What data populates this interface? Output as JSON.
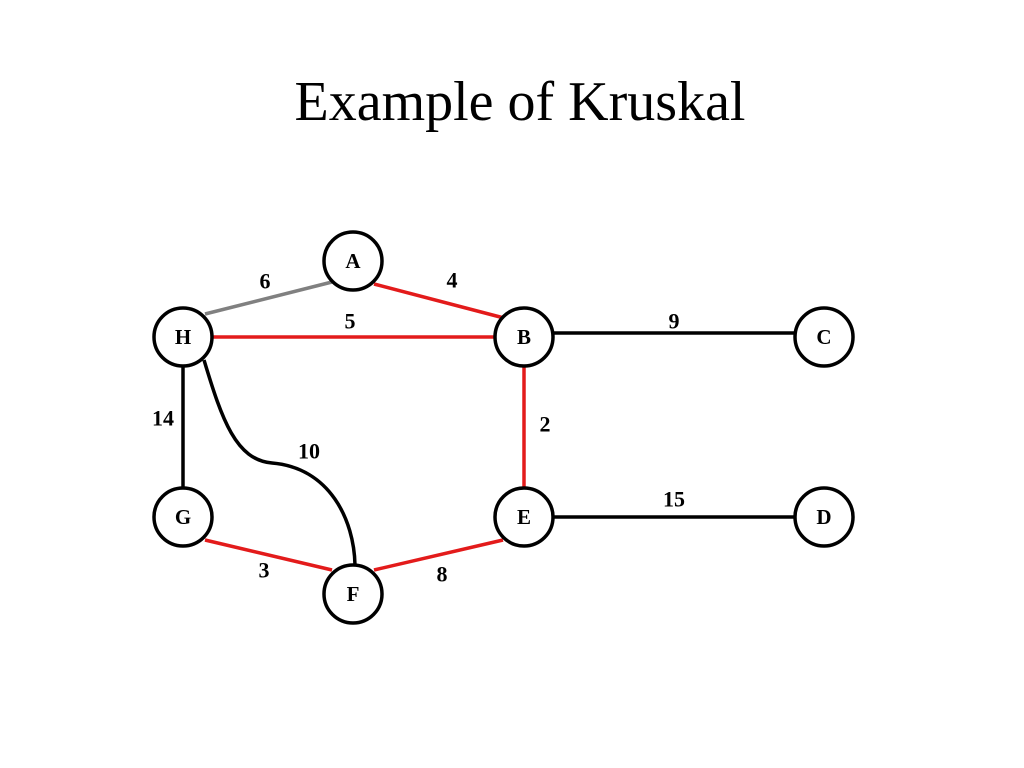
{
  "slide": {
    "title": "Example of Kruskal"
  },
  "colors": {
    "selected": "#e31b1b",
    "considered": "#808080",
    "unselected": "#000000"
  },
  "graph": {
    "nodes": [
      {
        "id": "A",
        "label": "A"
      },
      {
        "id": "B",
        "label": "B"
      },
      {
        "id": "C",
        "label": "C"
      },
      {
        "id": "D",
        "label": "D"
      },
      {
        "id": "E",
        "label": "E"
      },
      {
        "id": "F",
        "label": "F"
      },
      {
        "id": "G",
        "label": "G"
      },
      {
        "id": "H",
        "label": "H"
      }
    ],
    "edges": [
      {
        "from": "H",
        "to": "A",
        "weight": "6",
        "state": "considered"
      },
      {
        "from": "A",
        "to": "B",
        "weight": "4",
        "state": "selected"
      },
      {
        "from": "H",
        "to": "B",
        "weight": "5",
        "state": "selected"
      },
      {
        "from": "B",
        "to": "C",
        "weight": "9",
        "state": "unselected"
      },
      {
        "from": "B",
        "to": "E",
        "weight": "2",
        "state": "selected"
      },
      {
        "from": "H",
        "to": "G",
        "weight": "14",
        "state": "unselected"
      },
      {
        "from": "H",
        "to": "F",
        "weight": "10",
        "state": "unselected"
      },
      {
        "from": "E",
        "to": "D",
        "weight": "15",
        "state": "unselected"
      },
      {
        "from": "G",
        "to": "F",
        "weight": "3",
        "state": "selected"
      },
      {
        "from": "F",
        "to": "E",
        "weight": "8",
        "state": "selected"
      }
    ]
  }
}
